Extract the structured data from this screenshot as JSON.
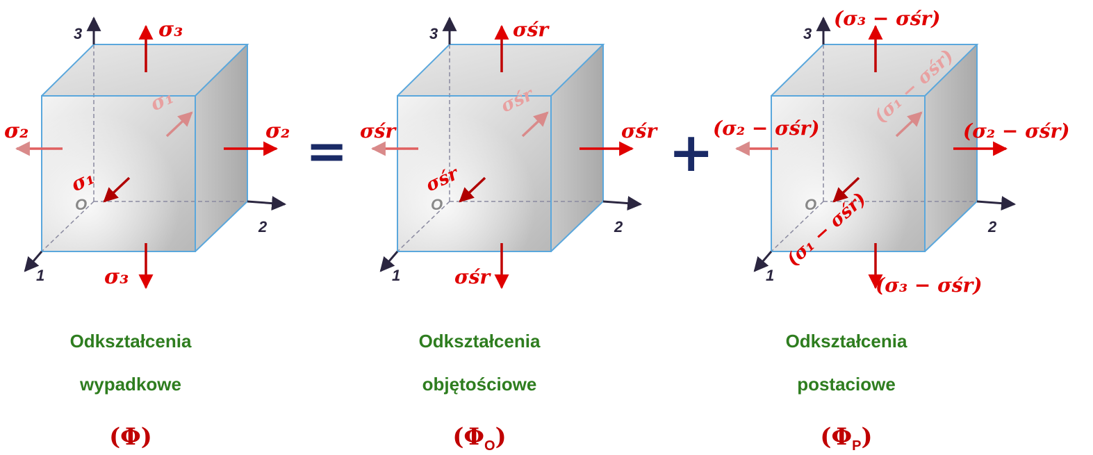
{
  "colors": {
    "force_red": "#e00000",
    "arrow_dark": "#b00000",
    "arrow_faded": "#d98a8a",
    "label_faded": "#e8a0a0",
    "cube_edge": "#5aa7dc",
    "axis": "#2b2640",
    "caption_green": "#2e7d1f",
    "phi_red": "#c00000",
    "operator_navy": "#1a2a66"
  },
  "operators": {
    "equals": "=",
    "plus": "+"
  },
  "origin_label": "O",
  "panels": [
    {
      "axes": {
        "a1": "1",
        "a2": "2",
        "a3": "3"
      },
      "labels": {
        "top": "σ₃",
        "bottom": "σ₃",
        "left": "σ₂",
        "right": "σ₂",
        "front": "σ₁",
        "back": "σ₁"
      },
      "caption_line1": "Odkształcenia",
      "caption_line2": "wypadkowe",
      "phi_symbol": "(Φ)",
      "phi_subscript": ""
    },
    {
      "axes": {
        "a1": "1",
        "a2": "2",
        "a3": "3"
      },
      "labels": {
        "top": "σśr",
        "bottom": "σśr",
        "left": "σśr",
        "right": "σśr",
        "front": "σśr",
        "back": "σśr"
      },
      "caption_line1": "Odkształcenia",
      "caption_line2": "objętościowe",
      "phi_symbol": "(Φ",
      "phi_subscript": "O"
    },
    {
      "axes": {
        "a1": "1",
        "a2": "2",
        "a3": "3"
      },
      "labels": {
        "top": "(σ₃ − σśr)",
        "bottom": "(σ₃ − σśr)",
        "left": "(σ₂ − σśr)",
        "right": "(σ₂ − σśr)",
        "front": "(σ₁ − σśr)",
        "back": "(σ₁ − σśr)"
      },
      "caption_line1": "Odkształcenia",
      "caption_line2": "postaciowe",
      "phi_symbol": "(Φ",
      "phi_subscript": "P"
    }
  ]
}
